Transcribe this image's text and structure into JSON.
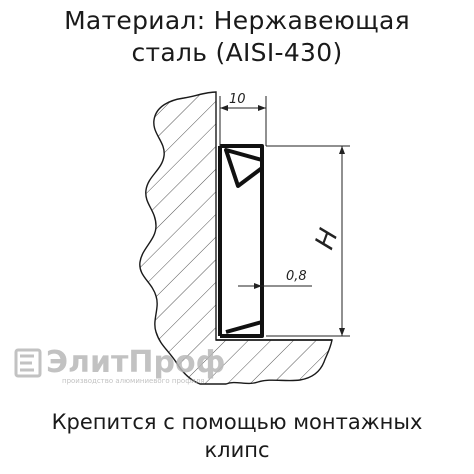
{
  "header": {
    "line1": "Материал: Нержавеющая",
    "line2": "сталь (AISI-430)"
  },
  "dimensions": {
    "width": "10",
    "thickness": "0,8",
    "height": "H"
  },
  "watermark": {
    "brand": "ЭлитПроф",
    "tagline": "производство алюминиевого профиля"
  },
  "footer": {
    "line1": "Крепится с помощью монтажных",
    "line2": "клипс"
  },
  "colors": {
    "line": "#1a1a1a",
    "hatch": "#555555",
    "watermark": "#b8b8b8"
  }
}
